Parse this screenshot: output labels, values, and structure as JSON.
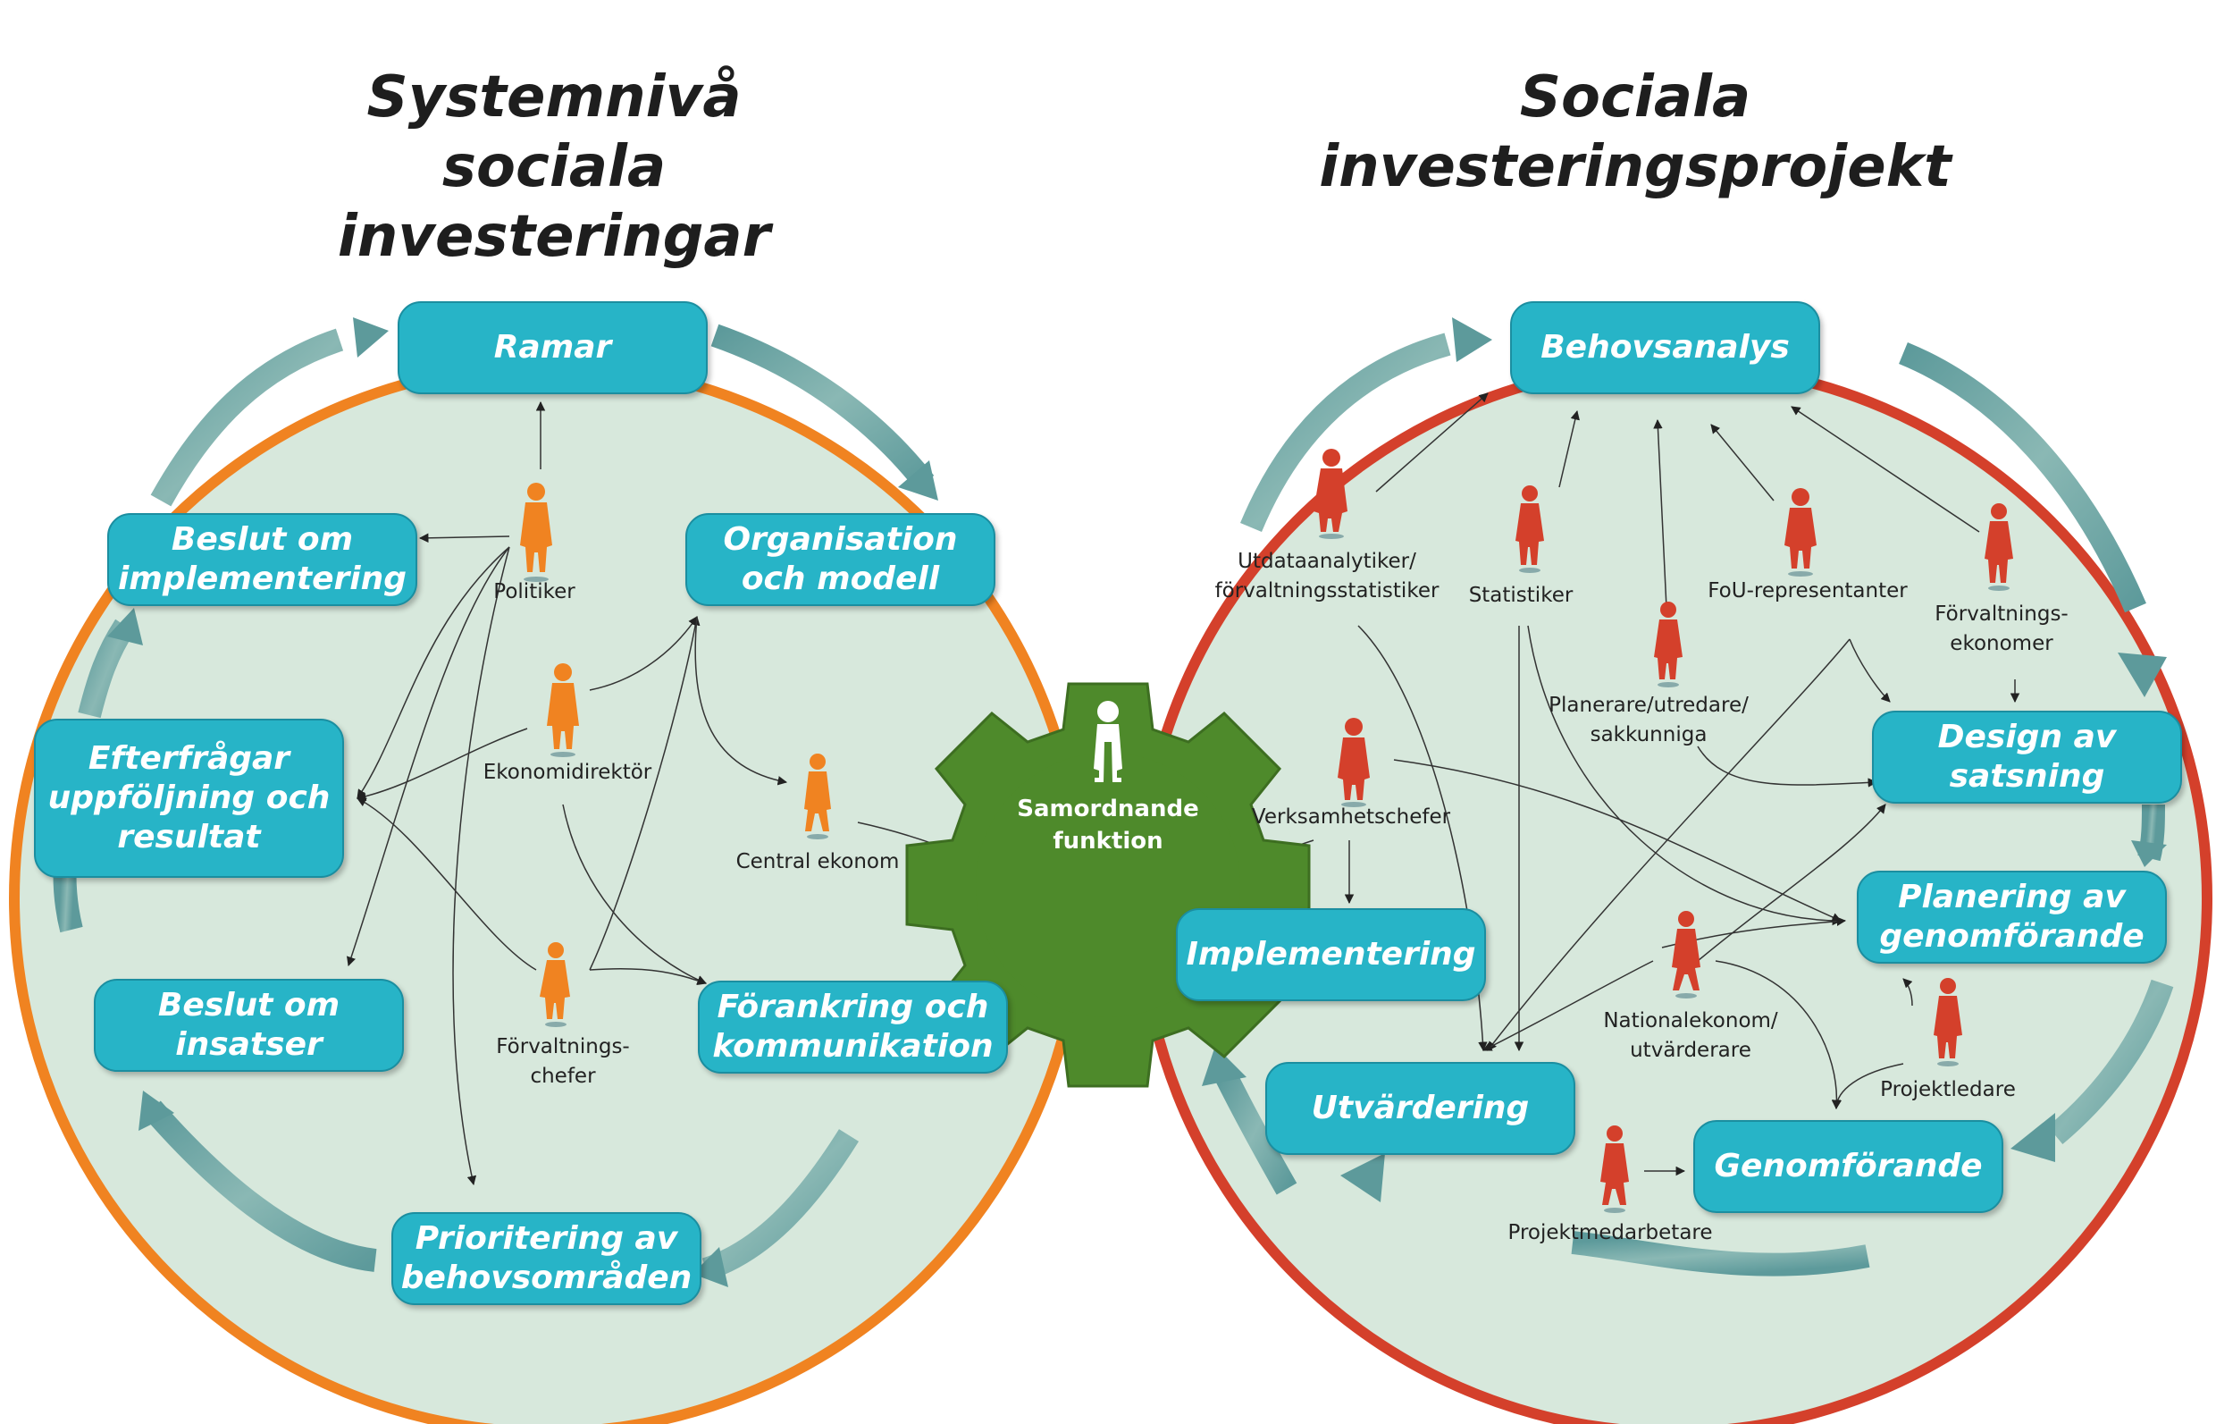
{
  "titles": {
    "left": "Systemnivå\nsociala investeringar",
    "right": "Sociala\ninvesteringsprojekt"
  },
  "colors": {
    "circle_fill": "#d7e8dc",
    "left_ring": "#f08321",
    "right_ring": "#d4402b",
    "box": "#27b4c7",
    "arrow": "#5d9a9b",
    "gear": "#4e8a2b",
    "left_person": "#f08321",
    "right_person": "#d4402b"
  },
  "left_cycle": {
    "ramar": "Ramar",
    "organisation": "Organisation\noch modell",
    "forankring": "Förankring och\nkommunikation",
    "prioritering": "Prioritering av\nbehovsområden",
    "beslut_insatser": "Beslut om insatser",
    "efterfragar": "Efterfrågar\nuppföljning och\nresultat",
    "beslut_impl": "Beslut om\nimplementering"
  },
  "right_cycle": {
    "behovsanalys": "Behovsanalys",
    "design": "Design av satsning",
    "planering": "Planering av\ngenomförande",
    "genomforande": "Genomförande",
    "utvardering": "Utvärdering",
    "implementering": "Implementering"
  },
  "left_roles": {
    "politiker": "Politiker",
    "ekonomidirektor": "Ekonomidirektör",
    "central_ekonom": "Central ekonom",
    "forvaltningschefer": "Förvaltnings-\nchefer"
  },
  "right_roles": {
    "utdataanalytiker": "Utdataanalytiker/\nförvaltningsstatistiker",
    "statistiker": "Statistiker",
    "fou": "FoU-representanter",
    "forvaltningsekonomer": "Förvaltnings-\nekonomer",
    "planerare": "Planerare/utredare/\nsakkunniga",
    "verksamhetschefer": "Verksamhetschefer",
    "nationalekonom": "Nationalekonom/\nutvärderare",
    "projektledare": "Projektledare",
    "projektmedarbetare": "Projektmedarbetare"
  },
  "center": {
    "label": "Samordnande\nfunktion"
  }
}
